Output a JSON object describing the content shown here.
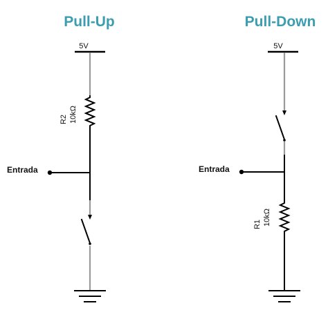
{
  "pullup": {
    "title": "Pull-Up",
    "supply": "5V",
    "resistor": {
      "ref": "R2",
      "value": "10kΩ"
    },
    "input_label": "Entrada"
  },
  "pulldown": {
    "title": "Pull-Down",
    "supply": "5V",
    "resistor": {
      "ref": "R1",
      "value": "10kΩ"
    },
    "input_label": "Entrada"
  },
  "colors": {
    "title": "#3d9db0",
    "wire": "#000000",
    "lead": "#9a9a9a"
  }
}
